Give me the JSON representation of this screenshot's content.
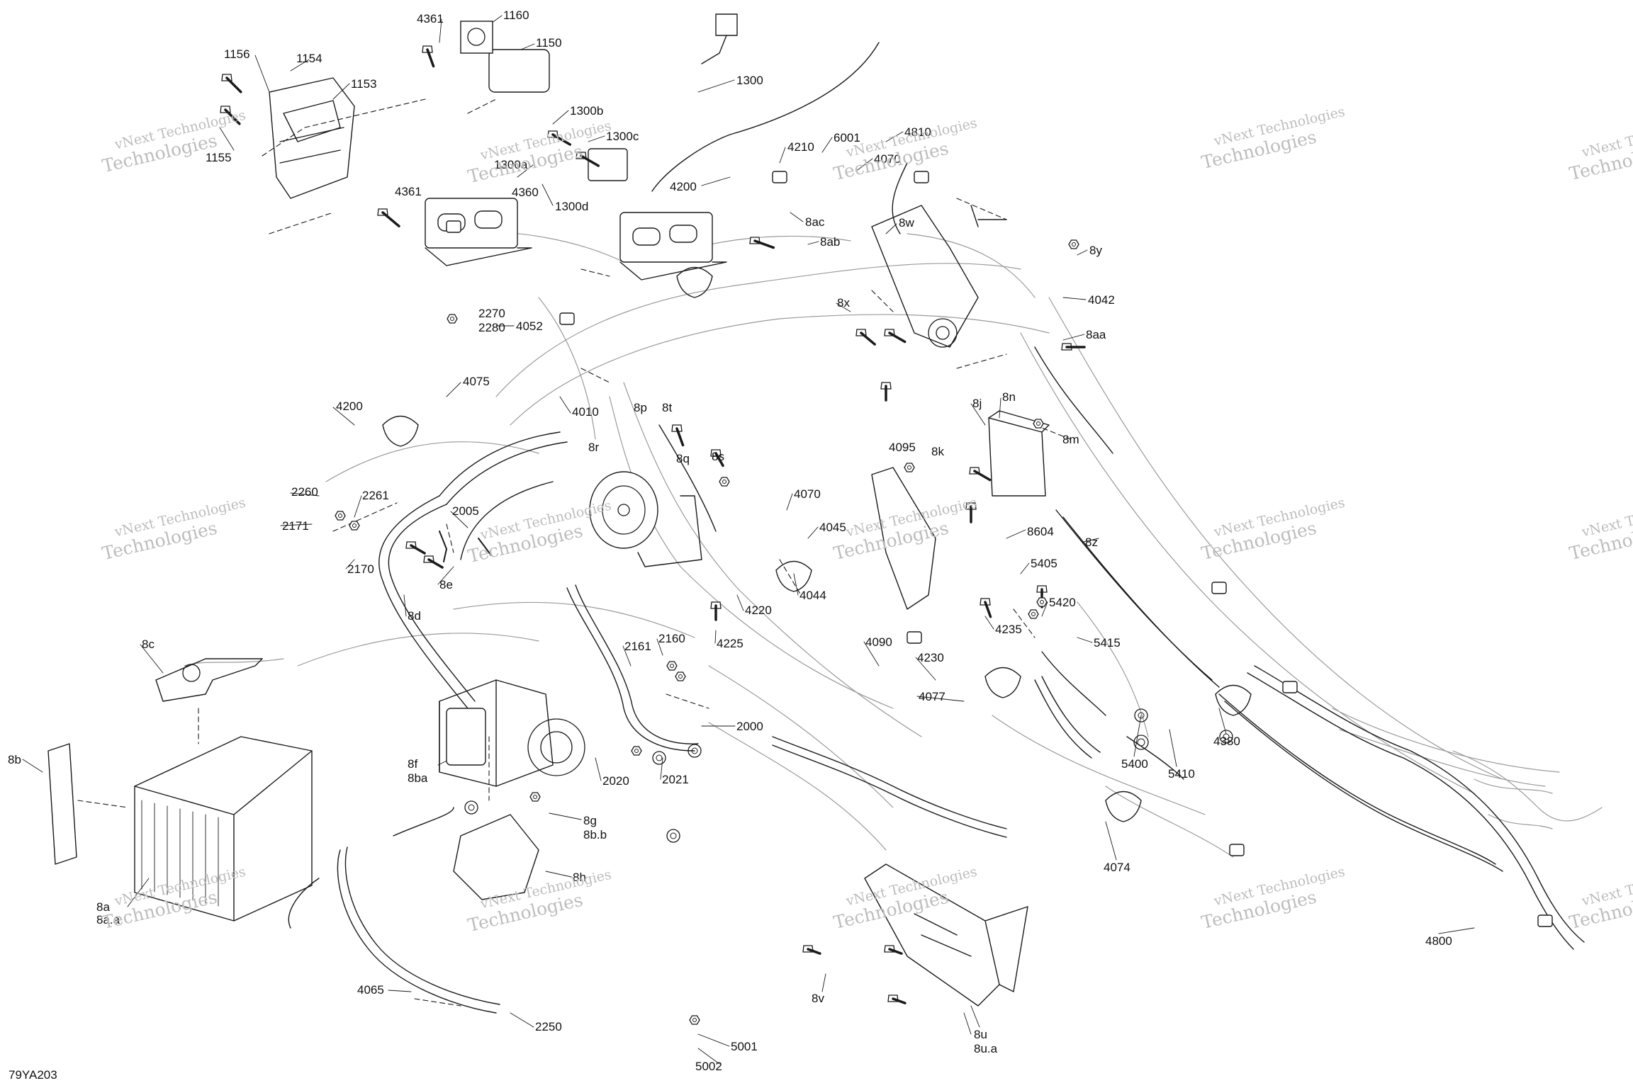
{
  "drawing_code": "79YA203",
  "watermark": {
    "line1": "vNext Technologies",
    "line2": "Technologies"
  },
  "callouts": [
    "4361",
    "1160",
    "1150",
    "1156",
    "1154",
    "1153",
    "1155",
    "1300",
    "1300b",
    "1300c",
    "1300a",
    "4360",
    "1300d",
    "4361",
    "4210",
    "6001",
    "4070",
    "4810",
    "4200",
    "8ac",
    "8w",
    "8ab",
    "8y",
    "4042",
    "2270",
    "2280",
    "4052",
    "8x",
    "8aa",
    "4075",
    "4010",
    "8p",
    "8t",
    "4200",
    "8j",
    "8n",
    "8r",
    "8q",
    "8s",
    "4095",
    "8k",
    "8m",
    "2260",
    "2261",
    "2171",
    "2005",
    "4070",
    "4045",
    "8604",
    "8z",
    "2170",
    "8e",
    "8d",
    "4044",
    "4220",
    "5405",
    "5420",
    "4090",
    "4235",
    "5415",
    "4225",
    "4230",
    "8c",
    "2161",
    "2160",
    "4077",
    "2000",
    "8b",
    "8f",
    "8ba",
    "2020",
    "2021",
    "5400",
    "5410",
    "4380",
    "8g",
    "8b.b",
    "4074",
    "8a",
    "8a.a",
    "8h",
    "4800",
    "4065",
    "8v",
    "2250",
    "5001",
    "5002",
    "8u",
    "8u.a"
  ]
}
